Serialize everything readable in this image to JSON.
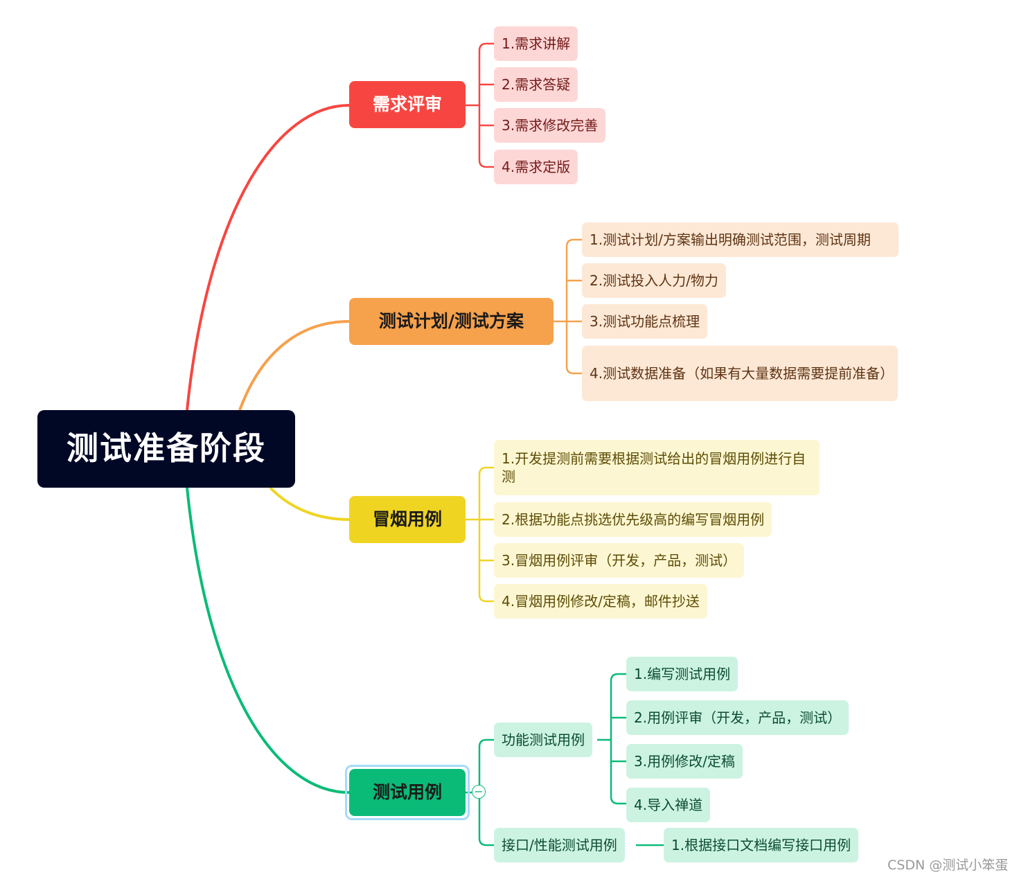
{
  "root": {
    "label": "测试准备阶段"
  },
  "branches": {
    "review": {
      "label": "需求评审",
      "items": [
        "1.需求讲解",
        "2.需求答疑",
        "3.需求修改完善",
        "4.需求定版"
      ]
    },
    "plan": {
      "label": "测试计划/测试方案",
      "items": [
        "1.测试计划/方案输出明确测试范围，测试周期",
        "2.测试投入人力/物力",
        "3.测试功能点梳理",
        "4.测试数据准备（如果有大量数据需要提前准备）"
      ]
    },
    "smoke": {
      "label": "冒烟用例",
      "items": [
        "1.开发提测前需要根据测试给出的冒烟用例进行自测",
        "2.根据功能点挑选优先级高的编写冒烟用例",
        "3.冒烟用例评审（开发，产品，测试）",
        "4.冒烟用例修改/定稿，邮件抄送"
      ]
    },
    "cases": {
      "label": "测试用例",
      "functional": {
        "label": "功能测试用例",
        "items": [
          "1.编写测试用例",
          "2.用例评审（开发，产品，测试）",
          "3.用例修改/定稿",
          "4.导入禅道"
        ]
      },
      "api": {
        "label": "接口/性能测试用例",
        "items": [
          "1.根据接口文档编写接口用例"
        ]
      }
    }
  },
  "colors": {
    "root_bg": "#010826",
    "red": "#f74641",
    "orange": "#f6a14c",
    "yellow": "#f0d422",
    "green": "#0abb78",
    "selection": "#a5dbf6"
  },
  "collapse_symbol": "−",
  "watermark": "CSDN @测试小笨蛋"
}
